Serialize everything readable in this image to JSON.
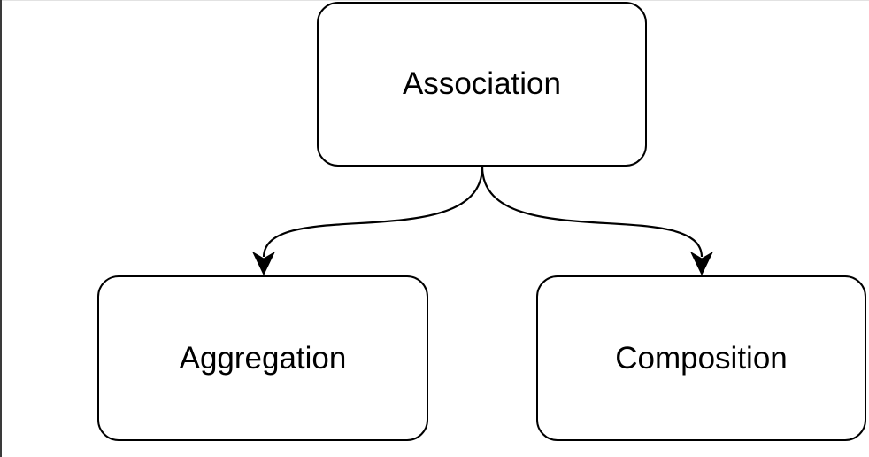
{
  "diagram": {
    "nodes": {
      "association": {
        "label": "Association"
      },
      "aggregation": {
        "label": "Aggregation"
      },
      "composition": {
        "label": "Composition"
      }
    },
    "edges": [
      {
        "from": "Association",
        "to": "Aggregation",
        "arrow": "filled"
      },
      {
        "from": "Association",
        "to": "Composition",
        "arrow": "filled"
      }
    ],
    "colors": {
      "stroke": "#000000",
      "fill": "#ffffff",
      "text": "#000000"
    }
  }
}
